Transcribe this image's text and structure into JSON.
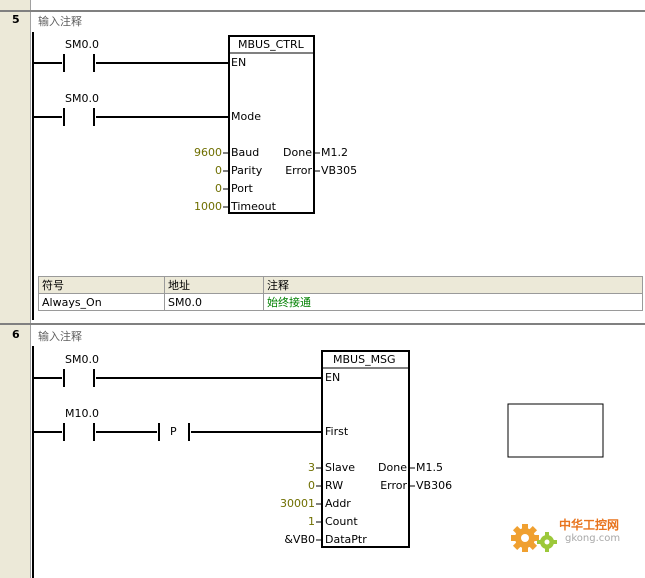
{
  "network5": {
    "number": "5",
    "comment": "输入注释",
    "contact1": "SM0.0",
    "contact2": "SM0.0",
    "block": {
      "name": "MBUS_CTRL",
      "en": "EN",
      "mode": "Mode",
      "baud_pin": "Baud",
      "parity_pin": "Parity",
      "port_pin": "Port",
      "timeout_pin": "Timeout",
      "done_pin": "Done",
      "error_pin": "Error"
    },
    "baud": "9600",
    "parity": "0",
    "port": "0",
    "timeout": "1000",
    "done_out": "M1.2",
    "error_out": "VB305",
    "symbol_table": {
      "headers": [
        "符号",
        "地址",
        "注释"
      ],
      "row": [
        "Always_On",
        "SM0.0",
        "始终接通"
      ]
    }
  },
  "network6": {
    "number": "6",
    "comment": "输入注释",
    "contact1": "SM0.0",
    "contact2": "M10.0",
    "pos_edge": "P",
    "block": {
      "name": "MBUS_MSG",
      "en": "EN",
      "first": "First",
      "slave_pin": "Slave",
      "rw_pin": "RW",
      "addr_pin": "Addr",
      "count_pin": "Count",
      "dataptr_pin": "DataPtr",
      "done_pin": "Done",
      "error_pin": "Error"
    },
    "slave": "3",
    "rw": "0",
    "addr": "30001",
    "count": "1",
    "dataptr": "&VB0",
    "done_out": "M1.5",
    "error_out": "VB306"
  },
  "watermark": {
    "title": "中华工控网",
    "url": "gkong.com"
  },
  "colors": {
    "gutter": "#ece9d8",
    "constant": "#6f6f00",
    "comment_green": "#008000",
    "watermark_orange": "#e8741e"
  }
}
